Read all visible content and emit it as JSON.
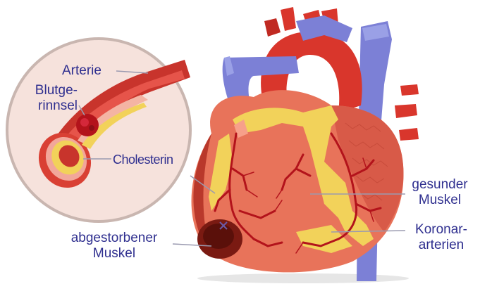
{
  "labels": {
    "artery": "Arterie",
    "clot_line1": "Blutge-",
    "clot_line2": "rinnsel",
    "cholesterol": "Cholesterin",
    "healthy_line1": "gesunder",
    "healthy_line2": "Muskel",
    "dead_line1": "abgestorbener",
    "dead_line2": "Muskel",
    "coronary_line1": "Koronar-",
    "coronary_line2": "arterien"
  },
  "colors": {
    "label_text": "#2f2f8f",
    "leader_line": "#9a9ab0",
    "heart_red": "#d9362c",
    "heart_muscle": "#e8735a",
    "vein_blue": "#7c80d6",
    "fat_yellow": "#f2d25a",
    "dead_tissue": "#7a1a12",
    "inset_bg": "#f6e2dc",
    "inset_border": "#c9b6b0"
  },
  "icons": {
    "heart": "heart-illustration",
    "artery_inset": "artery-cross-section-magnifier"
  }
}
